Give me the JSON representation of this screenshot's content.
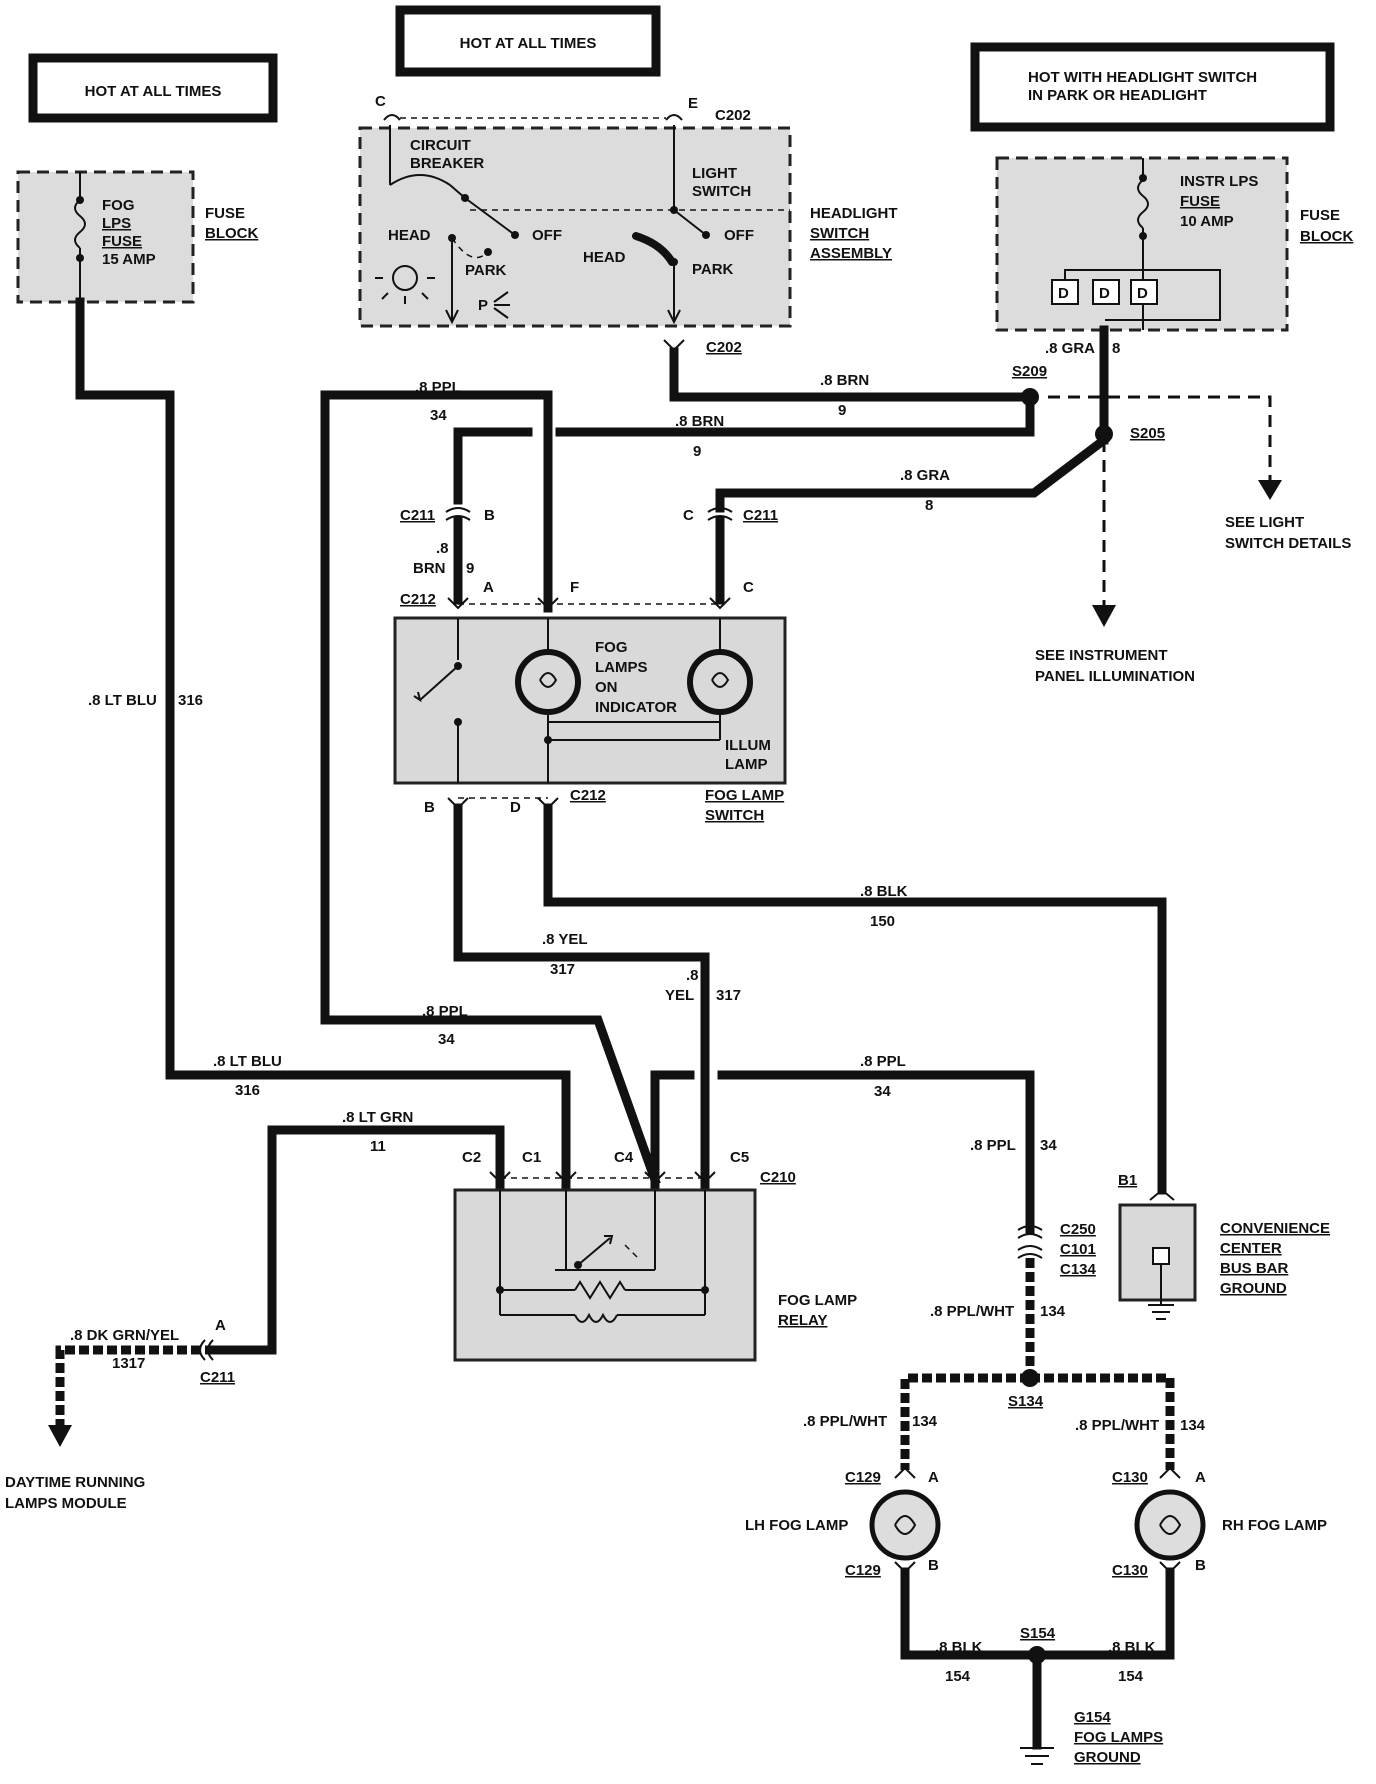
{
  "hot_boxes": {
    "left": "HOT AT ALL TIMES",
    "center": "HOT AT ALL TIMES",
    "right_line1": "HOT WITH HEADLIGHT SWITCH",
    "right_line2": "IN PARK OR HEADLIGHT"
  },
  "fuse_block_left": {
    "fuse_l1": "FOG",
    "fuse_l2": "LPS",
    "fuse_l3": "FUSE",
    "fuse_l4": "15 AMP",
    "name_l1": "FUSE",
    "name_l2": "BLOCK"
  },
  "fuse_block_right": {
    "fuse_l1": "INSTR LPS",
    "fuse_l2": "FUSE",
    "fuse_l3": "10 AMP",
    "name_l1": "FUSE",
    "name_l2": "BLOCK",
    "d": "D"
  },
  "headlight_switch": {
    "conn_c": "C",
    "conn_e": "E",
    "conn": "C202",
    "cb_l1": "CIRCUIT",
    "cb_l2": "BREAKER",
    "ls_l1": "LIGHT",
    "ls_l2": "SWITCH",
    "head": "HEAD",
    "off": "OFF",
    "park": "PARK",
    "p": "P",
    "name_l1": "HEADLIGHT",
    "name_l2": "SWITCH",
    "name_l3": "ASSEMBLY",
    "bottom_conn": "C202"
  },
  "wires": {
    "ltblu_left": ".8 LT BLU",
    "ltblu_left_num": "316",
    "ppl_top": ".8 PPL",
    "ppl_top_num": "34",
    "brn_top": ".8 BRN",
    "brn_top_num": "9",
    "brn_mid": ".8 BRN",
    "brn_mid_num": "9",
    "gra_top": ".8 GRA",
    "gra_top_num": "8",
    "gra_mid": ".8 GRA",
    "gra_mid_num": "8",
    "brn_v1": ".8",
    "brn_v2": "BRN",
    "brn_v_num": "9",
    "blk_150": ".8 BLK",
    "blk_150_num": "150",
    "yel_h": ".8 YEL",
    "yel_h_num": "317",
    "yel_v1": ".8",
    "yel_v2": "YEL",
    "yel_v_num": "317",
    "ppl_mid": ".8 PPL",
    "ppl_mid_num": "34",
    "ltblu_low": ".8 LT BLU",
    "ltblu_low_num": "316",
    "ltgrn": ".8 LT GRN",
    "ltgrn_num": "11",
    "ppl_right": ".8 PPL",
    "ppl_right_num": "34",
    "ppl_v": ".8 PPL",
    "ppl_v_num": "34",
    "dkgrn": ".8 DK GRN/YEL",
    "dkgrn_num": "1317",
    "pplwht_v": ".8 PPL/WHT",
    "pplwht_v_num": "134",
    "pplwht_l": ".8 PPL/WHT",
    "pplwht_l_num": "134",
    "pplwht_r": ".8 PPL/WHT",
    "pplwht_r_num": "134",
    "blk_l": ".8 BLK",
    "blk_l_num": "154",
    "blk_r": ".8 BLK",
    "blk_r_num": "154"
  },
  "splices": {
    "s209": "S209",
    "s205": "S205",
    "s134": "S134",
    "s154": "S154"
  },
  "connectors": {
    "c211_b": "C211",
    "c211_b_pin": "B",
    "c211_c": "C211",
    "c211_c_pin": "C",
    "c212_top": "C212",
    "pin_a": "A",
    "pin_f": "F",
    "pin_c": "C",
    "c212_bot": "C212",
    "pin_b": "B",
    "pin_d": "D",
    "c210": "C210",
    "c2": "C2",
    "c1": "C1",
    "c4": "C4",
    "c5": "C5",
    "c211_a": "C211",
    "c211_a_pin": "A",
    "c250": "C250",
    "c101": "C101",
    "c134": "C134",
    "b1": "B1",
    "c129_top": "C129",
    "c129_top_pin": "A",
    "c129_bot": "C129",
    "c129_bot_pin": "B",
    "c130_top": "C130",
    "c130_top_pin": "A",
    "c130_bot": "C130",
    "c130_bot_pin": "B"
  },
  "fog_switch": {
    "ind_l1": "FOG",
    "ind_l2": "LAMPS",
    "ind_l3": "ON",
    "ind_l4": "INDICATOR",
    "illum_l1": "ILLUM",
    "illum_l2": "LAMP",
    "name_l1": "FOG LAMP",
    "name_l2": "SWITCH"
  },
  "see_light_l1": "SEE LIGHT",
  "see_light_l2": "SWITCH DETAILS",
  "see_ip_l1": "SEE INSTRUMENT",
  "see_ip_l2": "PANEL ILLUMINATION",
  "relay": {
    "name_l1": "FOG LAMP",
    "name_l2": "RELAY"
  },
  "conv_center": {
    "l1": "CONVENIENCE",
    "l2": "CENTER",
    "l3": "BUS BAR",
    "l4": "GROUND"
  },
  "drl_l1": "DAYTIME RUNNING",
  "drl_l2": "LAMPS MODULE",
  "lh_fog": "LH FOG LAMP",
  "rh_fog": "RH FOG LAMP",
  "ground": {
    "g154": "G154",
    "l1": "FOG LAMPS",
    "l2": "GROUND"
  }
}
